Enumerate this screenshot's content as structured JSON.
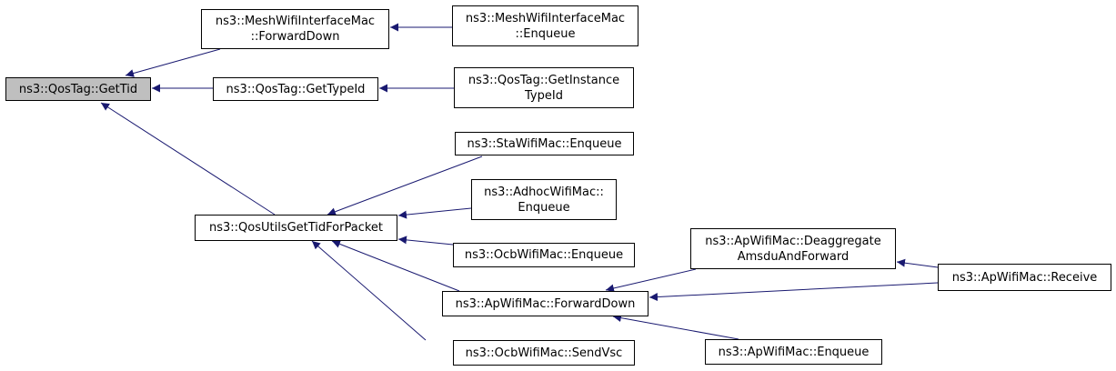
{
  "colors": {
    "edge": "#191970",
    "node_border": "#000000",
    "root_fill": "#bfbfbf"
  },
  "nodes": [
    {
      "id": "n0",
      "lines": [
        "ns3::QosTag::GetTid"
      ],
      "root": true
    },
    {
      "id": "n1",
      "lines": [
        "ns3::MeshWifiInterfaceMac",
        "::ForwardDown"
      ]
    },
    {
      "id": "n2",
      "lines": [
        "ns3::QosTag::GetTypeId"
      ]
    },
    {
      "id": "n3",
      "lines": [
        "ns3::QosUtilsGetTidForPacket"
      ]
    },
    {
      "id": "n4",
      "lines": [
        "ns3::MeshWifiInterfaceMac",
        "::Enqueue"
      ]
    },
    {
      "id": "n5",
      "lines": [
        "ns3::QosTag::GetInstance",
        "TypeId"
      ]
    },
    {
      "id": "n6",
      "lines": [
        "ns3::StaWifiMac::Enqueue"
      ]
    },
    {
      "id": "n7",
      "lines": [
        "ns3::AdhocWifiMac::",
        "Enqueue"
      ]
    },
    {
      "id": "n8",
      "lines": [
        "ns3::OcbWifiMac::Enqueue"
      ]
    },
    {
      "id": "n9",
      "lines": [
        "ns3::ApWifiMac::ForwardDown"
      ]
    },
    {
      "id": "n10",
      "lines": [
        "ns3::OcbWifiMac::SendVsc"
      ]
    },
    {
      "id": "n11",
      "lines": [
        "ns3::ApWifiMac::Deaggregate",
        "AmsduAndForward"
      ]
    },
    {
      "id": "n12",
      "lines": [
        "ns3::ApWifiMac::Enqueue"
      ]
    },
    {
      "id": "n13",
      "lines": [
        "ns3::ApWifiMac::Receive"
      ]
    }
  ],
  "edges": [
    {
      "from": "n1",
      "to": "n0"
    },
    {
      "from": "n2",
      "to": "n0"
    },
    {
      "from": "n3",
      "to": "n0"
    },
    {
      "from": "n4",
      "to": "n1"
    },
    {
      "from": "n5",
      "to": "n2"
    },
    {
      "from": "n6",
      "to": "n3"
    },
    {
      "from": "n7",
      "to": "n3"
    },
    {
      "from": "n8",
      "to": "n3"
    },
    {
      "from": "n9",
      "to": "n3"
    },
    {
      "from": "n10",
      "to": "n3"
    },
    {
      "from": "n11",
      "to": "n9"
    },
    {
      "from": "n12",
      "to": "n9"
    },
    {
      "from": "n13",
      "to": "n9"
    },
    {
      "from": "n13",
      "to": "n11"
    }
  ]
}
